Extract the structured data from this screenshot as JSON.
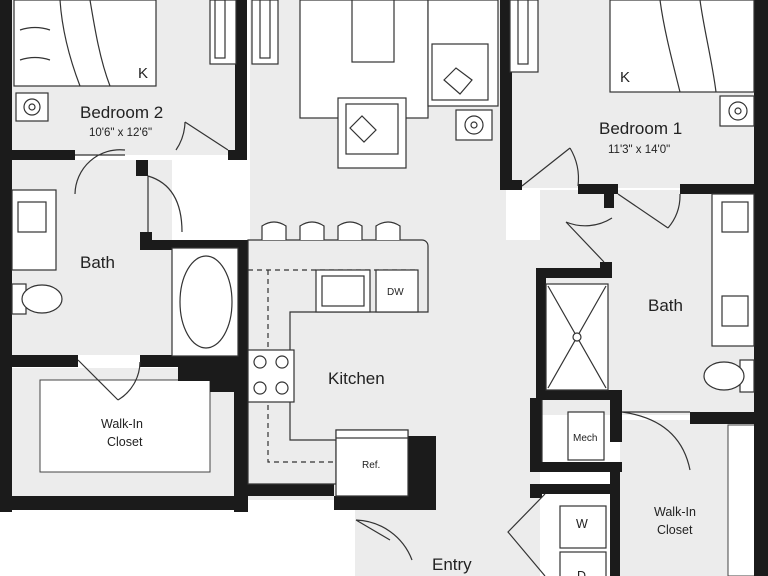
{
  "plan": {
    "colors": {
      "wall": "#1b1b1b",
      "floor": "#ececec",
      "line": "#333333",
      "paper": "#ffffff"
    },
    "bedroom2": {
      "name": "Bedroom 2",
      "dims": "10'6\" x 12'6\"",
      "bed_mark": "K"
    },
    "bedroom1": {
      "name": "Bedroom 1",
      "dims": "11'3\" x 14'0\"",
      "bed_mark": "K"
    },
    "bath_left": {
      "name": "Bath"
    },
    "bath_right": {
      "name": "Bath"
    },
    "kitchen": {
      "name": "Kitchen",
      "dishwasher": "DW",
      "refrigerator": "Ref."
    },
    "walkin_left": {
      "line1": "Walk-In",
      "line2": "Closet"
    },
    "walkin_right": {
      "line1": "Walk-In",
      "line2": "Closet"
    },
    "mech": {
      "name": "Mech"
    },
    "washer": {
      "name": "W"
    },
    "dryer": {
      "name": "D"
    },
    "entry": {
      "name": "Entry"
    }
  }
}
